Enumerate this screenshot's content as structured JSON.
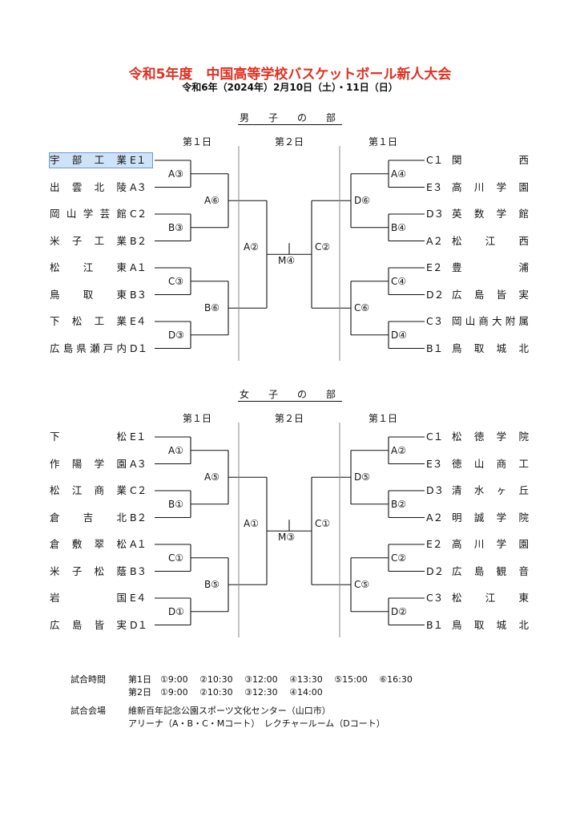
{
  "title": "令和5年度　中国高等学校バスケットボール新人大会",
  "date": "令和6年（2024年）2月10日（土）・11日（日）",
  "day_labels": {
    "day1": "第１日",
    "day2": "第２日"
  },
  "sections": [
    {
      "name": "男　子　の　部",
      "left_teams": [
        {
          "name": "宇部工業",
          "seed": "E１"
        },
        {
          "name": "出雲北陵",
          "seed": "A３"
        },
        {
          "name": "岡山学芸館",
          "seed": "C２"
        },
        {
          "name": "米子工業",
          "seed": "B２"
        },
        {
          "name": "松江東",
          "seed": "A１"
        },
        {
          "name": "鳥取東",
          "seed": "B３"
        },
        {
          "name": "下松工業",
          "seed": "E４"
        },
        {
          "name": "広島県瀬戸内",
          "seed": "D１"
        }
      ],
      "right_teams": [
        {
          "name": "関西",
          "seed": "C１"
        },
        {
          "name": "高川学園",
          "seed": "E３"
        },
        {
          "name": "英数学館",
          "seed": "D３"
        },
        {
          "name": "松江西",
          "seed": "A２"
        },
        {
          "name": "豊浦",
          "seed": "E２"
        },
        {
          "name": "広島皆実",
          "seed": "D２"
        },
        {
          "name": "岡山商大附属",
          "seed": "C３"
        },
        {
          "name": "鳥取城北",
          "seed": "B１"
        }
      ],
      "left_r1": [
        "A③",
        "B③",
        "C③",
        "D③"
      ],
      "left_r2": [
        "A⑥",
        "B⑥"
      ],
      "left_semi": "A②",
      "right_r1": [
        "A④",
        "B④",
        "C④",
        "D④"
      ],
      "right_r2": [
        "D⑥",
        "C⑥"
      ],
      "right_semi": "C②",
      "final": "M④"
    },
    {
      "name": "女　子　の　部",
      "left_teams": [
        {
          "name": "下松",
          "seed": "E１"
        },
        {
          "name": "作陽学園",
          "seed": "A３"
        },
        {
          "name": "松江商業",
          "seed": "C２"
        },
        {
          "name": "倉吉北",
          "seed": "B２"
        },
        {
          "name": "倉敷翠松",
          "seed": "A１"
        },
        {
          "name": "米子松蔭",
          "seed": "B３"
        },
        {
          "name": "岩国",
          "seed": "E４"
        },
        {
          "name": "広島皆実",
          "seed": "D１"
        }
      ],
      "right_teams": [
        {
          "name": "松徳学院",
          "seed": "C１"
        },
        {
          "name": "徳山商工",
          "seed": "E３"
        },
        {
          "name": "清水ヶ丘",
          "seed": "D３"
        },
        {
          "name": "明誠学院",
          "seed": "A２"
        },
        {
          "name": "高川学園",
          "seed": "E２"
        },
        {
          "name": "広島観音",
          "seed": "D２"
        },
        {
          "name": "松江東",
          "seed": "C３"
        },
        {
          "name": "鳥取城北",
          "seed": "B１"
        }
      ],
      "left_r1": [
        "A①",
        "B①",
        "C①",
        "D①"
      ],
      "left_r2": [
        "A⑤",
        "B⑤"
      ],
      "left_semi": "A①",
      "right_r1": [
        "A②",
        "B②",
        "C②",
        "D②"
      ],
      "right_r2": [
        "D⑤",
        "C⑤"
      ],
      "right_semi": "C①",
      "final": "M③"
    }
  ],
  "info": {
    "times_label": "試合時間",
    "times_day1": "第1日　①9:00　 ②10:30　 ③12:00　 ④13:30　 ⑤15:00　 ⑥16:30",
    "times_day2": "第2日　①9:00　 ②10:30　 ③12:30　 ④14:00",
    "venue_label": "試合会場",
    "venue_line1": "維新百年記念公園スポーツ文化センター（山口市）",
    "venue_line2": "アリーナ（A・B・C・Mコート）　レクチャールーム（Dコート）"
  },
  "selected_team": "宇部工業"
}
